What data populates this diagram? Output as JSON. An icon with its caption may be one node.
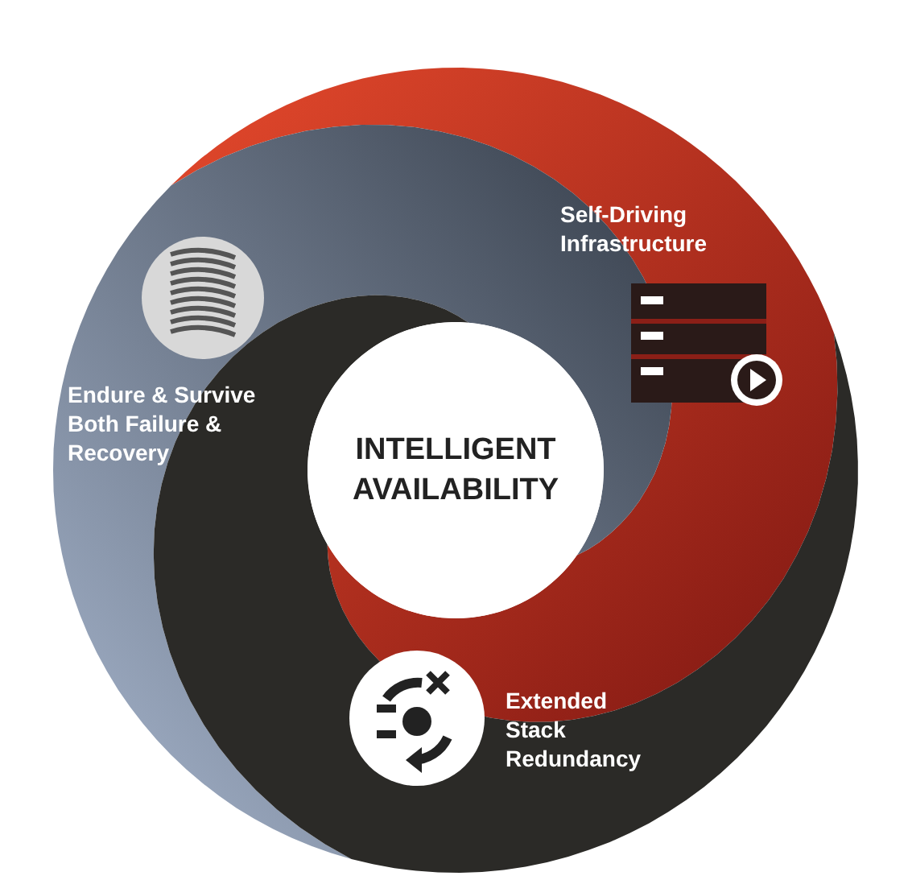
{
  "diagram": {
    "nodes": [
      {
        "text": [
          "Self-Driving Infrastructure"
        ]
      },
      {
        "text": [
          "Endure & Survive Both Failure & Recovery"
        ]
      },
      {
        "text": [
          "Extended Stack Redundancy"
        ]
      },
      {
        "text": [
          "INTELLIGENT AVAILABILITY"
        ]
      }
    ]
  }
}
